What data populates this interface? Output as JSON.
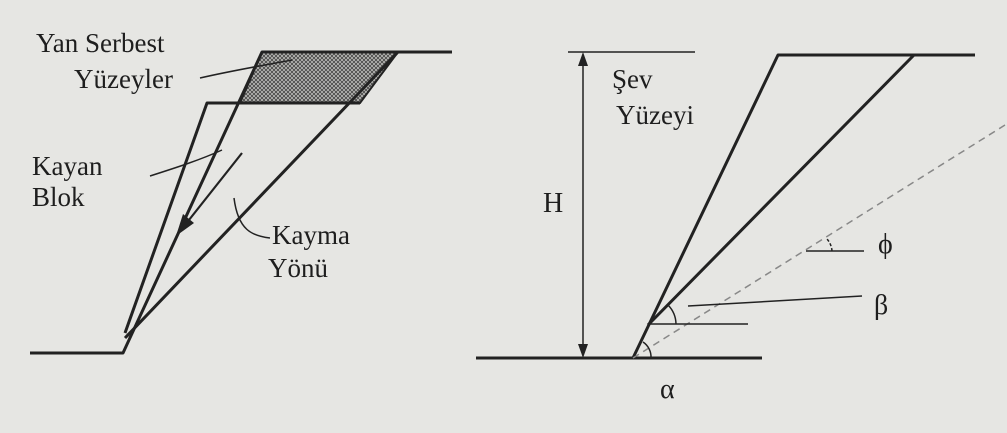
{
  "left_figure": {
    "side_free_surfaces_line1": "Yan Serbest",
    "side_free_surfaces_line2": "Yüzeyler",
    "sliding_block_line1": "Kayan",
    "sliding_block_line2": "Blok",
    "sliding_direction_line1": "Kayma",
    "sliding_direction_line2": "Yönü"
  },
  "right_figure": {
    "slope_face_line1": "Şev",
    "slope_face_line2": "Yüzeyi",
    "height_label": "H",
    "friction_angle_symbol": "ϕ",
    "plane_angle_symbol": "β",
    "slope_angle_symbol": "α"
  },
  "colors": {
    "background": "#e6e6e3",
    "line": "#222222",
    "dashed_line": "#888888",
    "hatch": "#444444"
  }
}
